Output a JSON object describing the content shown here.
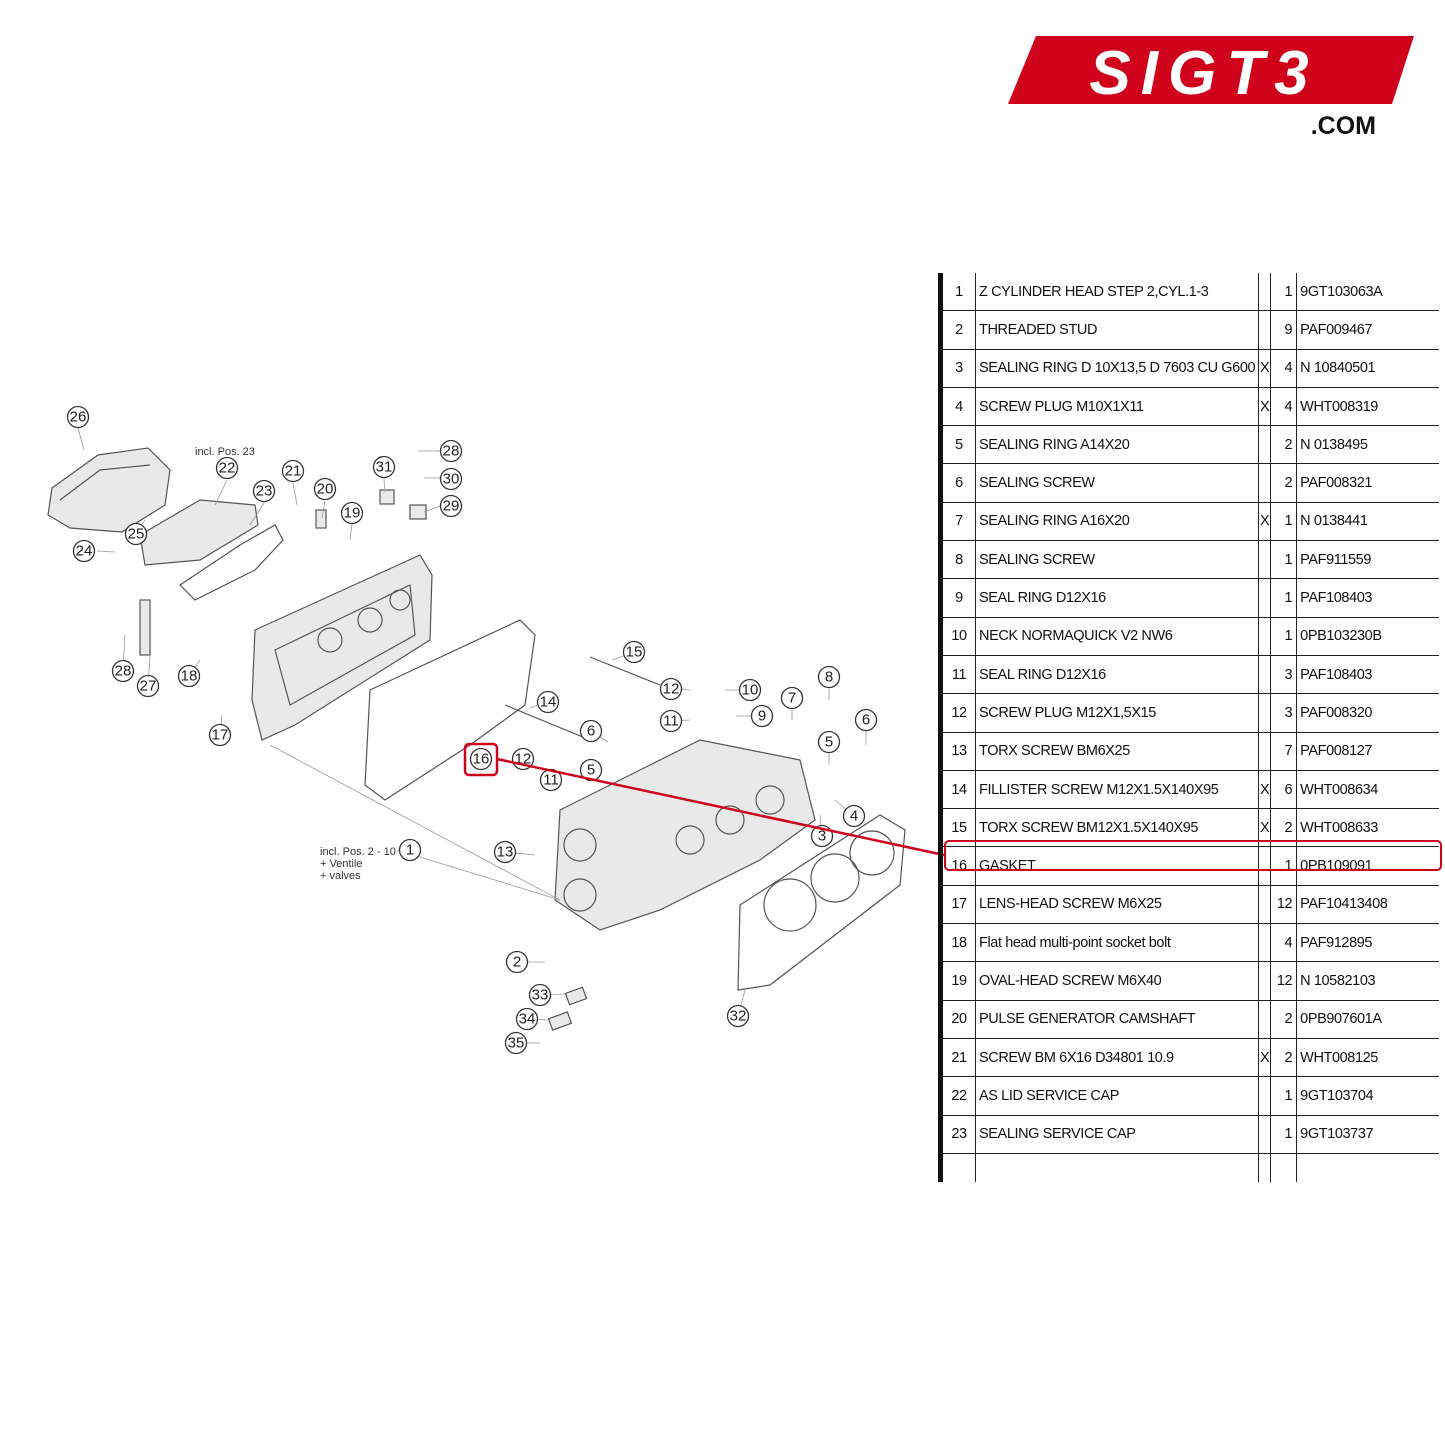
{
  "brand": {
    "logo_text": "SIGT3",
    "domain_text": ".COM",
    "color": "#d0021b"
  },
  "diagram": {
    "notes": {
      "pos23": "incl. Pos. 23",
      "pos2_10_line1": "incl. Pos. 2 - 10",
      "pos2_10_line2": "+ Ventile",
      "pos2_10_line3": "+ valves"
    },
    "callouts": [
      "1",
      "2",
      "3",
      "4",
      "5",
      "6",
      "7",
      "8",
      "9",
      "10",
      "11",
      "12",
      "13",
      "14",
      "15",
      "16",
      "17",
      "18",
      "19",
      "20",
      "21",
      "22",
      "23",
      "24",
      "25",
      "26",
      "27",
      "28",
      "29",
      "30",
      "31",
      "32",
      "33",
      "34",
      "35"
    ],
    "highlighted_callout": "16",
    "highlight_color": "#d0021b"
  },
  "parts": [
    {
      "pos": "1",
      "name": "Z CYLINDER HEAD STEP 2,CYL.1-3",
      "x": "",
      "qty": "1",
      "pn": "9GT103063A"
    },
    {
      "pos": "2",
      "name": "THREADED STUD",
      "x": "",
      "qty": "9",
      "pn": "PAF009467"
    },
    {
      "pos": "3",
      "name": "SEALING RING D 10X13,5 D 7603 CU G600",
      "x": "X",
      "qty": "4",
      "pn": "N 10840501"
    },
    {
      "pos": "4",
      "name": "SCREW PLUG M10X1X11",
      "x": "X",
      "qty": "4",
      "pn": "WHT008319"
    },
    {
      "pos": "5",
      "name": "SEALING RING A14X20",
      "x": "",
      "qty": "2",
      "pn": "N 0138495"
    },
    {
      "pos": "6",
      "name": "SEALING SCREW",
      "x": "",
      "qty": "2",
      "pn": "PAF008321"
    },
    {
      "pos": "7",
      "name": "SEALING RING A16X20",
      "x": "X",
      "qty": "1",
      "pn": "N 0138441"
    },
    {
      "pos": "8",
      "name": "SEALING SCREW",
      "x": "",
      "qty": "1",
      "pn": "PAF911559"
    },
    {
      "pos": "9",
      "name": "SEAL RING D12X16",
      "x": "",
      "qty": "1",
      "pn": "PAF108403"
    },
    {
      "pos": "10",
      "name": "NECK NORMAQUICK V2 NW6",
      "x": "",
      "qty": "1",
      "pn": "0PB103230B"
    },
    {
      "pos": "11",
      "name": "SEAL RING D12X16",
      "x": "",
      "qty": "3",
      "pn": "PAF108403"
    },
    {
      "pos": "12",
      "name": "SCREW PLUG M12X1,5X15",
      "x": "",
      "qty": "3",
      "pn": "PAF008320"
    },
    {
      "pos": "13",
      "name": "TORX SCREW BM6X25",
      "x": "",
      "qty": "7",
      "pn": "PAF008127"
    },
    {
      "pos": "14",
      "name": "FILLISTER SCREW M12X1.5X140X95",
      "x": "X",
      "qty": "6",
      "pn": "WHT008634"
    },
    {
      "pos": "15",
      "name": "TORX SCREW BM12X1.5X140X95",
      "x": "X",
      "qty": "2",
      "pn": "WHT008633"
    },
    {
      "pos": "16",
      "name": "GASKET",
      "x": "",
      "qty": "1",
      "pn": "0PB109091"
    },
    {
      "pos": "17",
      "name": "LENS-HEAD SCREW M6X25",
      "x": "",
      "qty": "12",
      "pn": "PAF10413408"
    },
    {
      "pos": "18",
      "name": "Flat head multi-point socket bolt",
      "x": "",
      "qty": "4",
      "pn": "PAF912895"
    },
    {
      "pos": "19",
      "name": "OVAL-HEAD SCREW M6X40",
      "x": "",
      "qty": "12",
      "pn": "N 10582103"
    },
    {
      "pos": "20",
      "name": "PULSE GENERATOR CAMSHAFT",
      "x": "",
      "qty": "2",
      "pn": "0PB907601A"
    },
    {
      "pos": "21",
      "name": "SCREW BM 6X16 D34801 10.9",
      "x": "X",
      "qty": "2",
      "pn": "WHT008125"
    },
    {
      "pos": "22",
      "name": "AS LID SERVICE CAP",
      "x": "",
      "qty": "1",
      "pn": "9GT103704"
    },
    {
      "pos": "23",
      "name": "SEALING SERVICE CAP",
      "x": "",
      "qty": "1",
      "pn": "9GT103737"
    }
  ]
}
